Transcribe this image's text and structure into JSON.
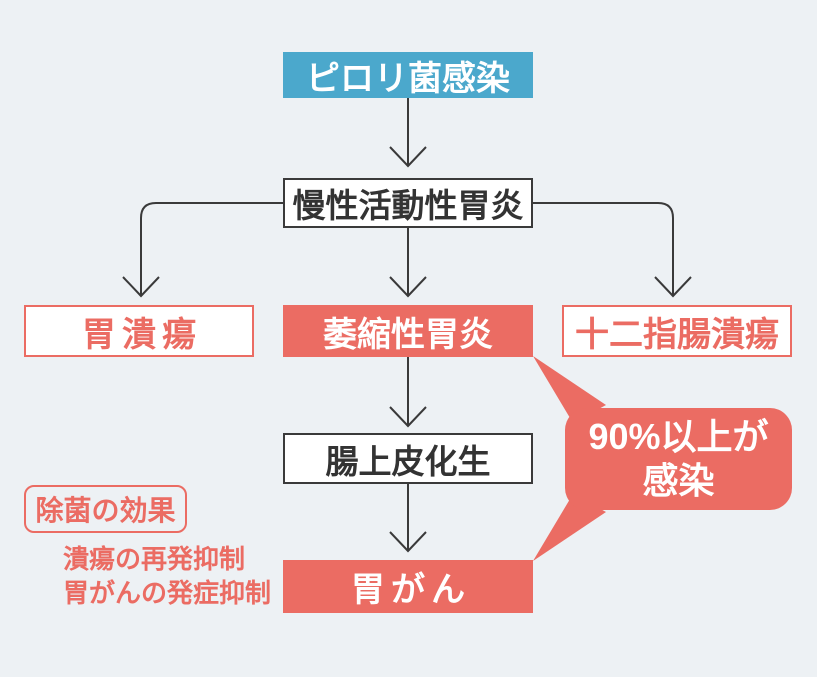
{
  "diagram": {
    "nodes": {
      "pylori": {
        "label": "ピロリ菌感染"
      },
      "chronic_gastritis": {
        "label": "慢性活動性胃炎"
      },
      "gastric_ulcer": {
        "label": "胃潰瘍"
      },
      "atrophic_gastritis": {
        "label": "萎縮性胃炎"
      },
      "duodenal_ulcer": {
        "label": "十二指腸潰瘍"
      },
      "intestinal_metaplasia": {
        "label": "腸上皮化生"
      },
      "gastric_cancer": {
        "label": "胃がん"
      }
    },
    "callout": {
      "line1": "90%以上が",
      "line2": "感染"
    },
    "eradication": {
      "title": "除菌の効果",
      "effects": [
        "潰瘍の再発抑制",
        "胃がんの発症抑制"
      ]
    },
    "colors": {
      "background": "#EDF1F4",
      "accent_blue": "#4BA8CC",
      "accent_red": "#EB6C63",
      "dark": "#3A3A3A",
      "white": "#FFFFFF"
    }
  }
}
